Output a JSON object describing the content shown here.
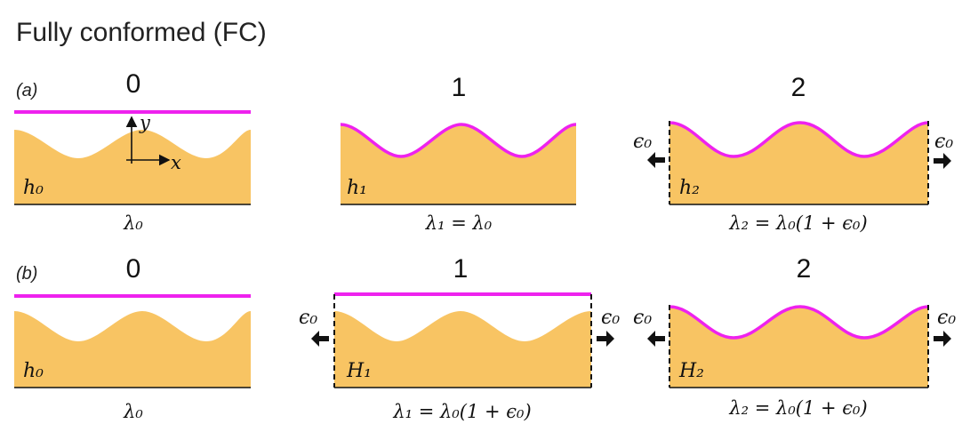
{
  "title": "Fully conformed (FC)",
  "colors": {
    "substrate": "#f8c463",
    "film": "#ee22ee",
    "ink": "#111111"
  },
  "rows": [
    {
      "label": "(a)",
      "panels": [
        {
          "number": "0",
          "height_label": "h₀",
          "caption": "λ₀",
          "axis_y": "y",
          "axis_x": "x"
        },
        {
          "number": "1",
          "height_label": "h₁",
          "caption": "λ₁ =  λ₀"
        },
        {
          "number": "2",
          "height_label": "h₂",
          "caption": "λ₂ =  λ₀(1 + ϵ₀)",
          "strain_left": "ϵ₀",
          "strain_right": "ϵ₀"
        }
      ]
    },
    {
      "label": "(b)",
      "panels": [
        {
          "number": "0",
          "height_label": "h₀",
          "caption": "λ₀"
        },
        {
          "number": "1",
          "height_label": "H₁",
          "caption": "λ₁ = λ₀(1 + ϵ₀)",
          "strain_left": "ϵ₀",
          "strain_right": "ϵ₀"
        },
        {
          "number": "2",
          "height_label": "H₂",
          "caption": "λ₂ =  λ₀(1 + ϵ₀)",
          "strain_left": "ϵ₀",
          "strain_right": "ϵ₀"
        }
      ]
    }
  ]
}
